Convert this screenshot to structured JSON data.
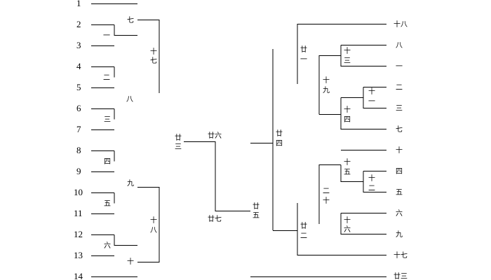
{
  "bracket": {
    "seeds": [
      "1",
      "2",
      "3",
      "4",
      "5",
      "6",
      "7",
      "8",
      "9",
      "10",
      "11",
      "12",
      "13",
      "14"
    ],
    "labels": {
      "m1": "七",
      "m2": "一",
      "m3": "十七",
      "m4": "二",
      "m5": "八",
      "m6": "三",
      "m7": "廿三",
      "m8": "廿六",
      "m9": "四",
      "m10": "九",
      "m11": "五",
      "m12": "十八",
      "m13": "六",
      "m14": "十",
      "m15": "廿七",
      "m16": "廿五",
      "m17": "廿四",
      "m18": "廿一",
      "m19": "十八",
      "m20": "十三",
      "m21": "八",
      "m22": "十九",
      "m23": "一",
      "m24": "十一",
      "m25": "二",
      "m26": "十四",
      "m27": "三",
      "m28": "七",
      "m29": "十",
      "m30": "十五",
      "m31": "四",
      "m32": "二十",
      "m33": "十二",
      "m34": "五",
      "m35": "十",
      "m36": "六",
      "m37": "十六",
      "m38": "廿二",
      "m39": "九",
      "m40": "十七",
      "m41": "廿三"
    }
  }
}
